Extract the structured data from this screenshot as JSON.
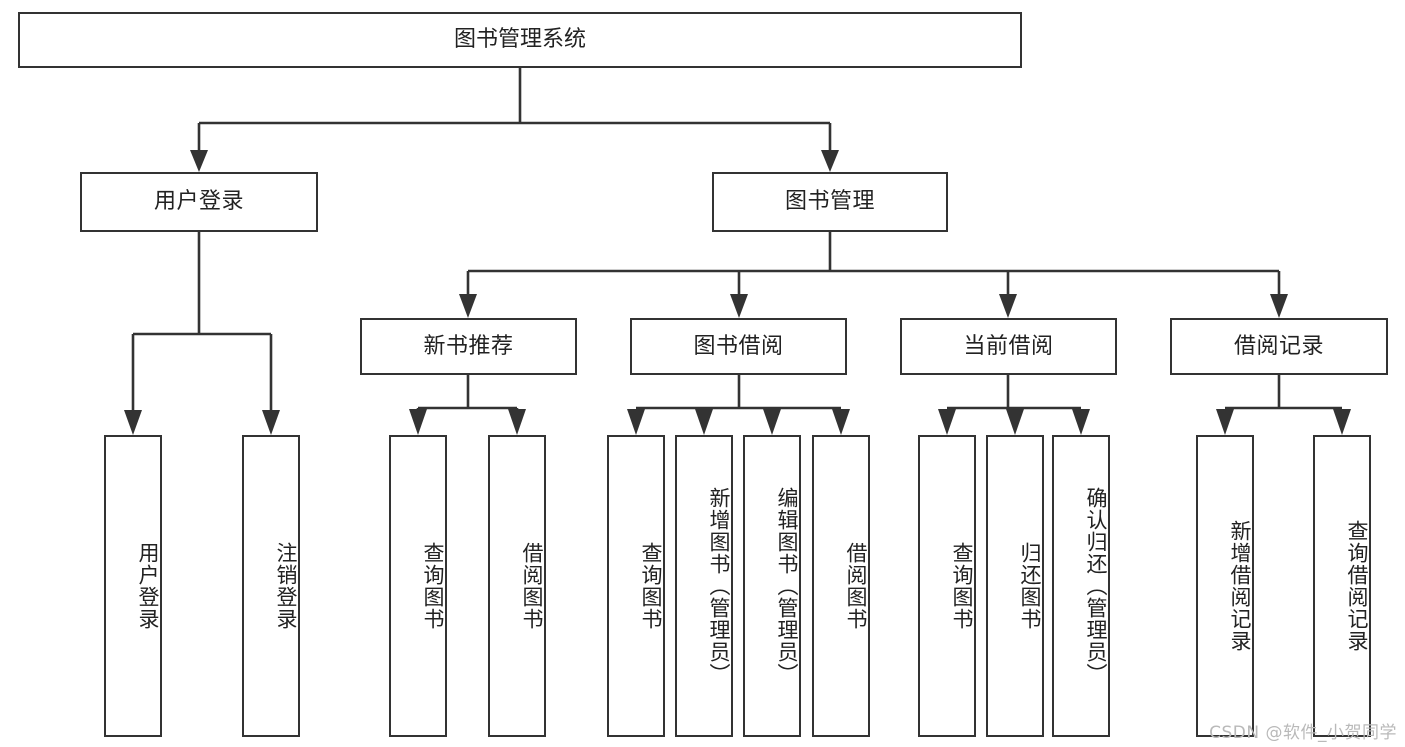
{
  "diagram": {
    "title": "图书管理系统",
    "type": "functional-structure-tree",
    "watermark": "CSDN @软件_小贺同学",
    "colors": {
      "stroke": "#333333",
      "fill": "#ffffff",
      "text": "#222222",
      "watermark": "#b9b9b9"
    },
    "root": {
      "label": "图书管理系统"
    },
    "level1": [
      {
        "label": "用户登录"
      },
      {
        "label": "图书管理"
      }
    ],
    "level2": [
      {
        "label": "新书推荐"
      },
      {
        "label": "图书借阅"
      },
      {
        "label": "当前借阅"
      },
      {
        "label": "借阅记录"
      }
    ],
    "leaves": {
      "user_login": [
        {
          "label": "用户登录"
        },
        {
          "label": "注销登录"
        }
      ],
      "new_book_recommend": [
        {
          "label": "查询图书"
        },
        {
          "label": "借阅图书"
        }
      ],
      "book_borrow": [
        {
          "label": "查询图书"
        },
        {
          "label": "新增图书（管理员）"
        },
        {
          "label": "编辑图书（管理员）"
        },
        {
          "label": "借阅图书"
        }
      ],
      "current_borrow": [
        {
          "label": "查询图书"
        },
        {
          "label": "归还图书"
        },
        {
          "label": "确认归还（管理员）"
        }
      ],
      "borrow_record": [
        {
          "label": "新增借阅记录"
        },
        {
          "label": "查询借阅记录"
        }
      ]
    }
  }
}
